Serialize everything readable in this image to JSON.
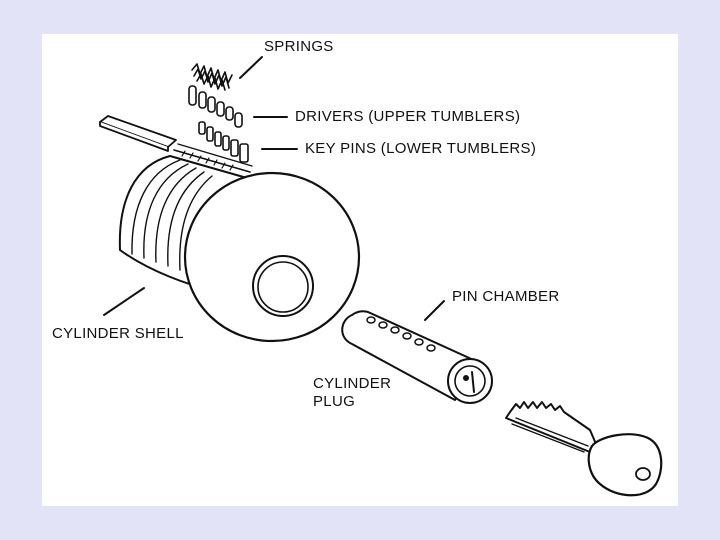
{
  "labels": {
    "springs": "SPRINGS",
    "drivers": "DRIVERS (UPPER TUMBLERS)",
    "key_pins": "KEY PINS (LOWER TUMBLERS)",
    "pin_chamber": "PIN CHAMBER",
    "cylinder_plug_line1": "CYLINDER",
    "cylinder_plug_line2": "PLUG",
    "cylinder_shell": "CYLINDER SHELL"
  },
  "colors": {
    "page_background": "#e3e3f7",
    "panel_background": "#ffffff",
    "ink": "#111111"
  }
}
